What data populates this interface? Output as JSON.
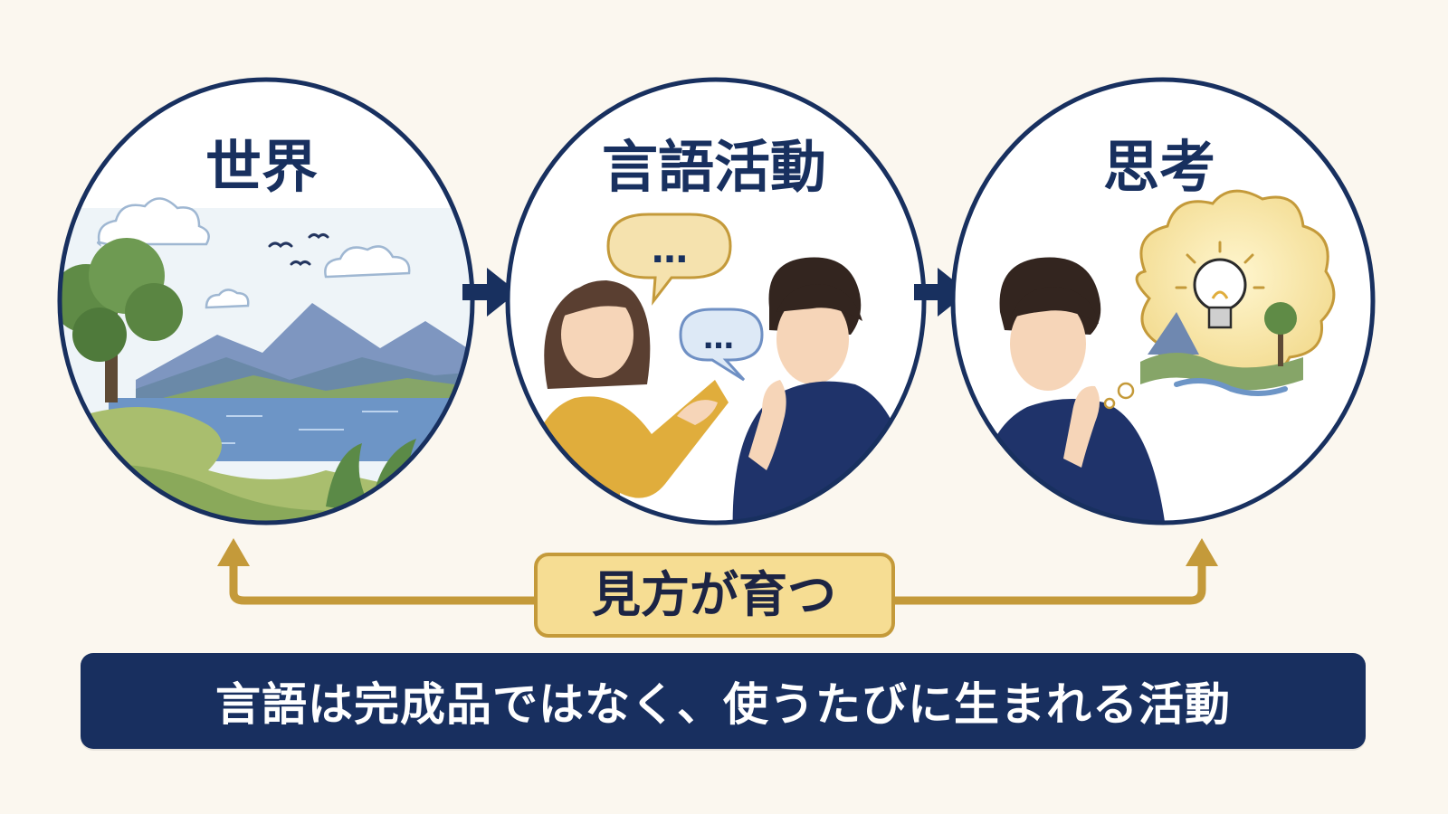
{
  "stages": [
    {
      "title": "世界",
      "icon": "landscape-illustration"
    },
    {
      "title": "言語活動",
      "icon": "conversation-illustration"
    },
    {
      "title": "思考",
      "icon": "thinking-person-illustration"
    }
  ],
  "speech_bubbles": [
    "…",
    "…"
  ],
  "feedback_label": "見方が育つ",
  "bottom_message": "言語は完成品ではなく、使うたびに生まれる活動",
  "colors": {
    "navy": "#18305f",
    "gold": "#c49a3a",
    "pill_fill": "#f6dd93",
    "background": "#fbf7ef"
  }
}
